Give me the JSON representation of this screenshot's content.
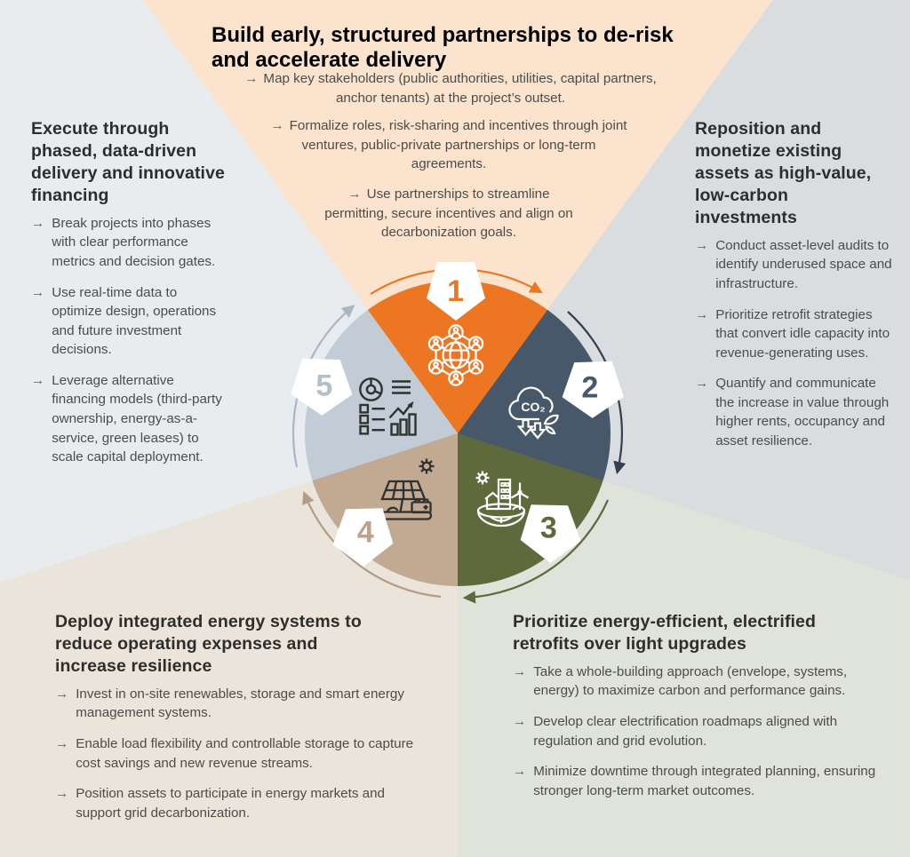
{
  "ui": {
    "bullet_marker": "→"
  },
  "colors": {
    "bg_top": "#FBE3CE",
    "bg_left": "#E8ECEF",
    "bg_right": "#D9DDE0",
    "bg_bottom_left": "#EBE4DA",
    "bg_bottom_right": "#E0E3DA",
    "segment_1": "#ED7623",
    "segment_2": "#47586A",
    "segment_3": "#5E6A3C",
    "segment_4": "#C1A992",
    "segment_5": "#C2CCD7",
    "heading_text": "#2D2E2C",
    "body_text": "#4C4C4A"
  },
  "wheel": {
    "badges": [
      {
        "number": "1",
        "color": "#ED7623",
        "icon": "partnership-network-icon"
      },
      {
        "number": "2",
        "color": "#47586A",
        "icon": "co2-reduction-icon"
      },
      {
        "number": "3",
        "color": "#5E6A3C",
        "icon": "sustainable-city-icon"
      },
      {
        "number": "4",
        "color": "#C0A088",
        "icon": "solar-battery-icon"
      },
      {
        "number": "5",
        "color": "#B3C0CC",
        "icon": "data-analytics-icon"
      }
    ]
  },
  "sections": {
    "top": {
      "title": "Build early, structured partnerships to de-risk and accelerate delivery",
      "bullets": [
        "Map key stakeholders (public authorities, utilities, capital partners, anchor tenants) at the project’s outset.",
        "Formalize roles, risk-sharing and incentives through joint ventures, public-private partnerships or long-term agreements.",
        "Use partnerships to streamline permitting, secure incentives and align on decarbonization goals."
      ]
    },
    "left": {
      "title": "Execute through phased, data-driven delivery and innovative financing",
      "bullets": [
        "Break projects into phases with clear performance metrics and decision gates.",
        "Use real-time data to optimize design, operations and future investment decisions.",
        "Leverage alternative financing models (third-party ownership, energy-as-a-service, green leases) to scale capital deployment."
      ]
    },
    "right": {
      "title": "Reposition and monetize existing assets as high-value, low-carbon investments",
      "bullets": [
        "Conduct asset-level audits to identify underused space and infrastructure.",
        "Prioritize retrofit strategies that convert idle capacity into revenue-generating uses.",
        "Quantify and communicate the increase in value through higher rents, occupancy and asset resilience."
      ]
    },
    "bottom_left": {
      "title": "Deploy integrated energy systems to reduce operating expenses and increase resilience",
      "bullets": [
        "Invest in on-site renewables, storage and smart energy management systems.",
        "Enable load flexibility and controllable storage to capture cost savings and new revenue streams.",
        "Position assets to participate in energy markets and support grid decarbonization."
      ]
    },
    "bottom_right": {
      "title": "Prioritize energy-efficient, electrified retrofits over light upgrades",
      "bullets": [
        "Take a whole-building approach (envelope, systems, energy) to maximize carbon and performance gains.",
        "Develop clear electrification roadmaps aligned with regulation and grid evolution.",
        "Minimize downtime through integrated planning, ensuring stronger long-term market outcomes."
      ]
    }
  }
}
